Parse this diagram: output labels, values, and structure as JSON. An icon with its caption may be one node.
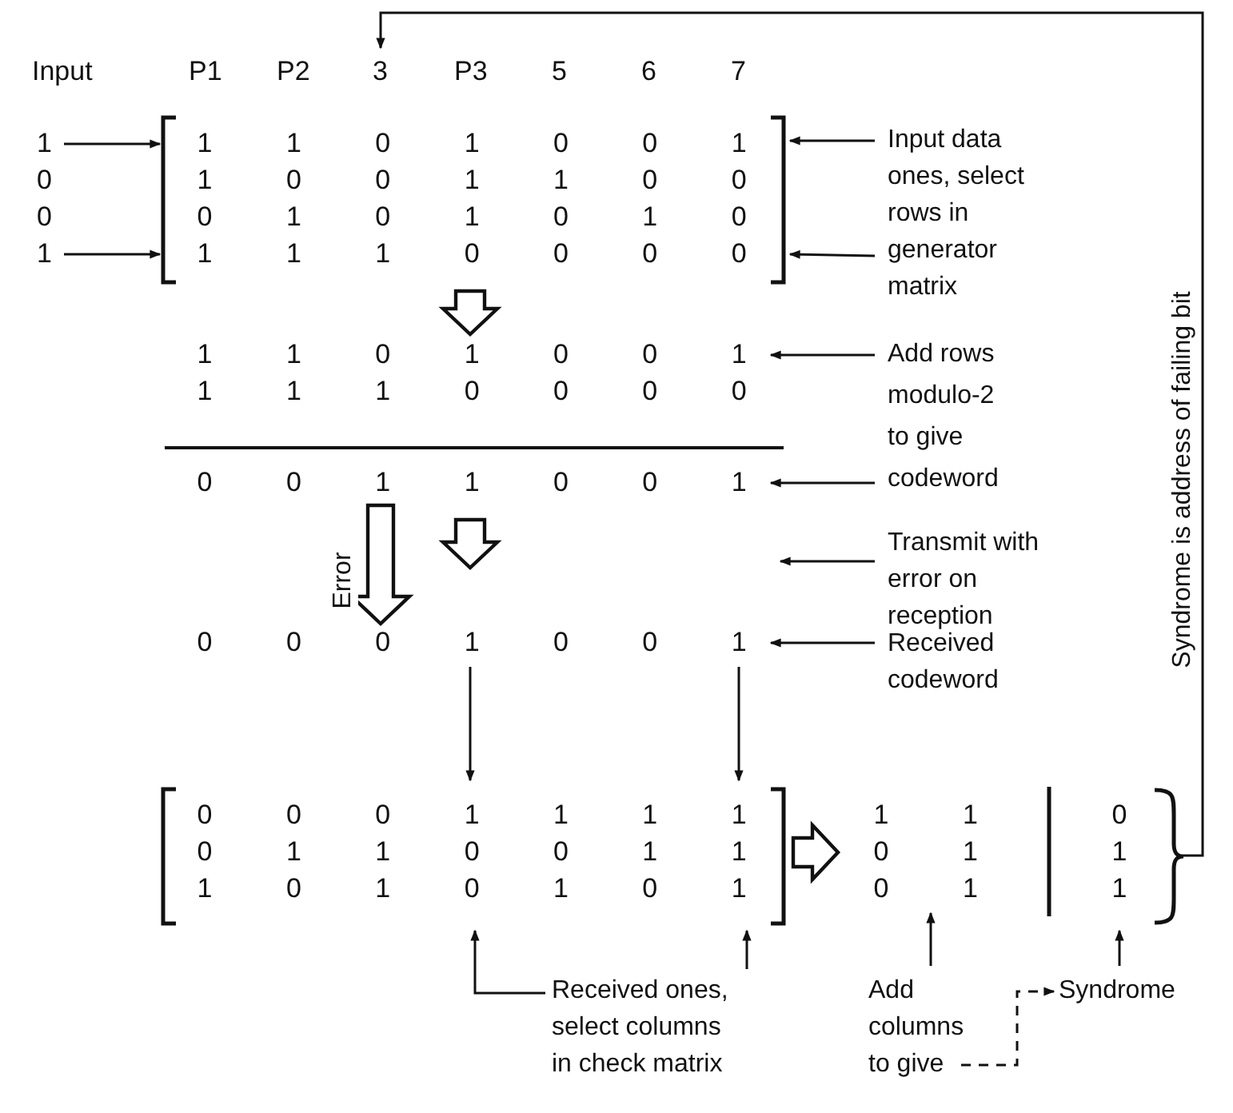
{
  "diagram": {
    "nodes": [
      {
        "text": [
          "3"
        ]
      },
      {
        "text": [
          "1"
        ]
      },
      {
        "text": [
          "1"
        ]
      },
      {
        "text": [
          "1 1 0 1 0 0 1",
          "1 0 0 1 1 0 0",
          "0 1 0 1 0 1 0",
          "1 1 1 0 0 0 0"
        ]
      },
      {
        "text": [
          "Input data ones, select rows in generator matrix"
        ]
      },
      {
        "text": [
          "1 1 0 1 0 0 1",
          "1 1 1 0 0 0 0"
        ]
      },
      {
        "text": [
          "Add rows modulo-2 to give codeword"
        ]
      },
      {
        "text": [
          "0 0 1 1 0 0 1"
        ]
      },
      {
        "text": [
          "Transmit with error on reception"
        ]
      },
      {
        "text": [
          "0 0 0 1 0 0 1"
        ]
      },
      {
        "text": [
          "Received codeword"
        ]
      },
      {
        "text": [
          "0 0 0 1 1 1 1",
          "0 1 1 0 0 1 1",
          "1 0 1 0 1 0 1"
        ]
      },
      {
        "text": [
          "1 1",
          "0 1",
          "0 1"
        ]
      },
      {
        "text": [
          "0",
          "1",
          "1"
        ]
      },
      {
        "text": [
          "Received ones, select columns in check matrix"
        ]
      },
      {
        "text": [
          "Add columns to give"
        ]
      },
      {
        "text": [
          "Syndrome"
        ]
      }
    ],
    "edges": [
      {
        "from": 1,
        "to": 3,
        "arrow": "to"
      },
      {
        "from": 2,
        "to": 3,
        "arrow": "to"
      },
      {
        "from": 4,
        "to": 3,
        "arrow": "to"
      },
      {
        "from": 4,
        "to": 3,
        "arrow": "to"
      },
      {
        "from": 3,
        "to": 5,
        "arrow": "to",
        "style": "thick"
      },
      {
        "from": 6,
        "to": 5,
        "arrow": "to"
      },
      {
        "from": 6,
        "to": 7,
        "arrow": "to"
      },
      {
        "from": 7,
        "to": 9,
        "arrow": "to",
        "style": "thick",
        "label": "Error"
      },
      {
        "from": 7,
        "to": 9,
        "arrow": "to",
        "style": "thick"
      },
      {
        "from": 8,
        "to": null,
        "arrow": "to"
      },
      {
        "from": 10,
        "to": 9,
        "arrow": "to"
      },
      {
        "from": 9,
        "to": 11,
        "arrow": "to"
      },
      {
        "from": 9,
        "to": 11,
        "arrow": "to"
      },
      {
        "from": 11,
        "to": 12,
        "arrow": "to",
        "style": "thick"
      },
      {
        "from": 14,
        "to": 11,
        "arrow": "to"
      },
      {
        "from": 14,
        "to": 11,
        "arrow": "to"
      },
      {
        "from": 15,
        "to": 12,
        "arrow": "to"
      },
      {
        "from": 15,
        "to": 16,
        "arrow": "to",
        "style": "dashed"
      },
      {
        "from": 16,
        "to": 13,
        "arrow": "to"
      },
      {
        "from": 13,
        "to": 0,
        "arrow": "to",
        "label": "Syndrome is address of failing bit"
      }
    ],
    "labels": [
      "Input",
      "P1",
      "P2",
      "P3",
      "5",
      "6",
      "7",
      "0",
      "0"
    ]
  }
}
